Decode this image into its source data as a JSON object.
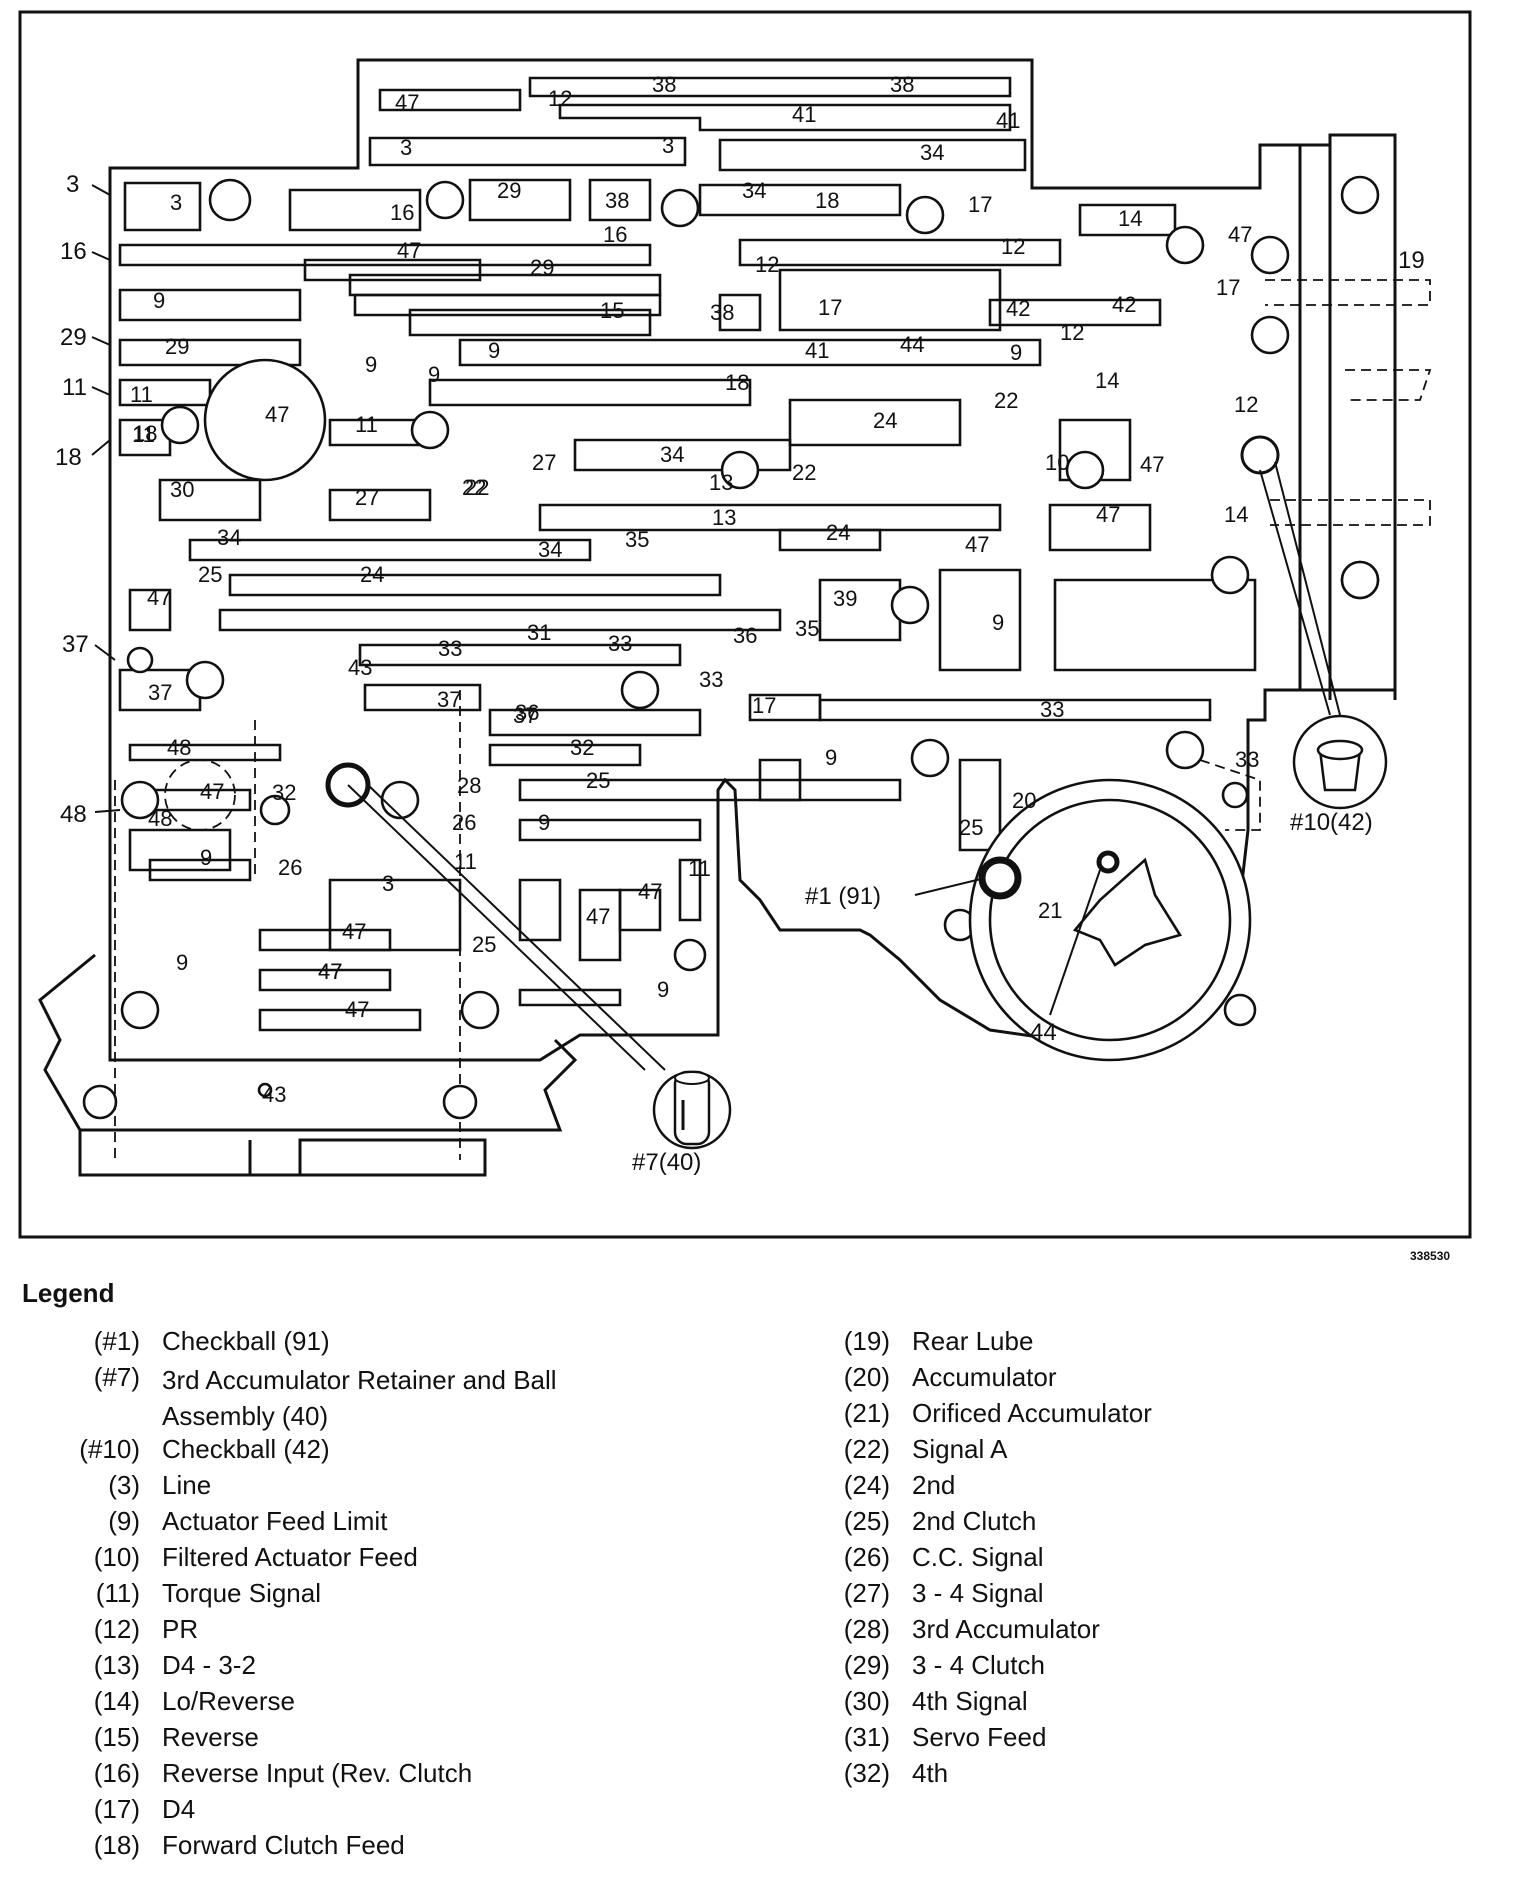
{
  "figure_number": "338530",
  "diagram": {
    "channel_labels": [
      "47",
      "12",
      "38",
      "38",
      "41",
      "41",
      "3",
      "3",
      "34",
      "3",
      "29",
      "38",
      "34",
      "18",
      "17",
      "16",
      "16",
      "14",
      "47",
      "47",
      "29",
      "12",
      "12",
      "17",
      "9",
      "15",
      "38",
      "17",
      "42",
      "42",
      "12",
      "29",
      "9",
      "9",
      "41",
      "44",
      "9",
      "11",
      "18",
      "9",
      "14",
      "11",
      "47",
      "11",
      "22",
      "24",
      "22",
      "18",
      "27",
      "34",
      "12",
      "10",
      "47",
      "30",
      "27",
      "22",
      "13",
      "13",
      "22",
      "47",
      "14",
      "34",
      "34",
      "35",
      "24",
      "47",
      "25",
      "24",
      "39",
      "9",
      "47",
      "31",
      "33",
      "35",
      "36",
      "37",
      "43",
      "33",
      "37",
      "33",
      "17",
      "37",
      "36",
      "33",
      "32",
      "48",
      "9",
      "33",
      "47",
      "32",
      "28",
      "25",
      "20",
      "48",
      "26",
      "9",
      "25",
      "9",
      "26",
      "11",
      "11",
      "3",
      "47",
      "47",
      "21",
      "47",
      "47",
      "25",
      "9",
      "9",
      "47",
      "47",
      "43"
    ],
    "callouts": {
      "left": [
        "3",
        "16",
        "29",
        "11",
        "18",
        "37",
        "48"
      ],
      "right": [
        "19"
      ],
      "bottom": [
        "44"
      ]
    },
    "part_labels": {
      "checkball_1": "#1 (91)",
      "retainer_7": "#7(40)",
      "checkball_10": "#10(42)"
    }
  },
  "legend": {
    "title": "Legend",
    "left": [
      {
        "code": "(#1)",
        "text": "Checkball (91)"
      },
      {
        "code": "(#7)",
        "text": "3rd Accumulator Retainer and Ball Assembly (40)"
      },
      {
        "code": "(#10)",
        "text": "Checkball (42)"
      },
      {
        "code": "(3)",
        "text": "Line"
      },
      {
        "code": "(9)",
        "text": "Actuator Feed Limit"
      },
      {
        "code": "(10)",
        "text": "Filtered Actuator Feed"
      },
      {
        "code": "(11)",
        "text": "Torque Signal"
      },
      {
        "code": "(12)",
        "text": "PR"
      },
      {
        "code": "(13)",
        "text": "D4 - 3-2"
      },
      {
        "code": "(14)",
        "text": "Lo/Reverse"
      },
      {
        "code": "(15)",
        "text": "Reverse"
      },
      {
        "code": "(16)",
        "text": "Reverse Input (Rev. Clutch"
      },
      {
        "code": "(17)",
        "text": "D4"
      },
      {
        "code": "(18)",
        "text": "Forward Clutch Feed"
      }
    ],
    "right": [
      {
        "code": "(19)",
        "text": "Rear Lube"
      },
      {
        "code": "(20)",
        "text": "Accumulator"
      },
      {
        "code": "(21)",
        "text": "Orificed Accumulator"
      },
      {
        "code": "(22)",
        "text": "Signal A"
      },
      {
        "code": "(24)",
        "text": "2nd"
      },
      {
        "code": "(25)",
        "text": "2nd Clutch"
      },
      {
        "code": "(26)",
        "text": "C.C. Signal"
      },
      {
        "code": "(27)",
        "text": "3 - 4 Signal"
      },
      {
        "code": "(28)",
        "text": "3rd Accumulator"
      },
      {
        "code": "(29)",
        "text": "3 - 4 Clutch"
      },
      {
        "code": "(30)",
        "text": "4th Signal"
      },
      {
        "code": "(31)",
        "text": "Servo Feed"
      },
      {
        "code": "(32)",
        "text": "4th"
      }
    ]
  }
}
